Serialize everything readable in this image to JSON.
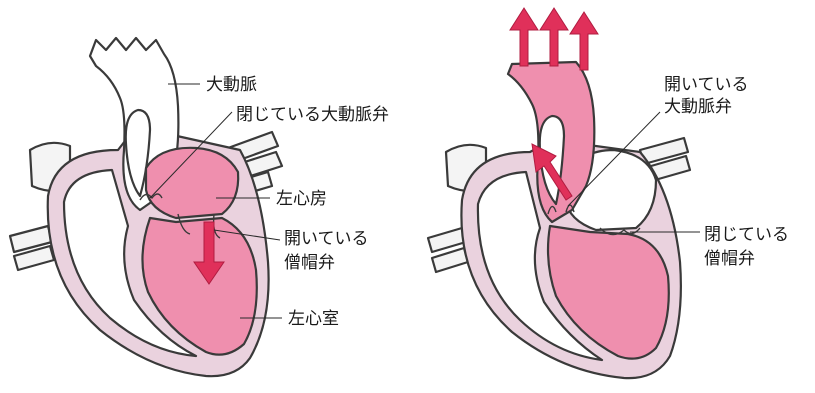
{
  "colors": {
    "wall": "#ead2de",
    "blood": "#ef8fae",
    "arrow": "#e0305a",
    "outline": "#3a3a3a",
    "background": "#ffffff"
  },
  "diagrams": [
    {
      "labels": {
        "aorta": "大動脈",
        "closed_aortic_valve": "閉じている大動脈弁",
        "left_atrium": "左心房",
        "open_mitral_valve_line1": "開いている",
        "open_mitral_valve_line2": "僧帽弁",
        "left_ventricle": "左心室"
      }
    },
    {
      "labels": {
        "open_aortic_valve_line1": "開いている",
        "open_aortic_valve_line2": "大動脈弁",
        "closed_mitral_valve_line1": "閉じている",
        "closed_mitral_valve_line2": "僧帽弁"
      }
    }
  ]
}
